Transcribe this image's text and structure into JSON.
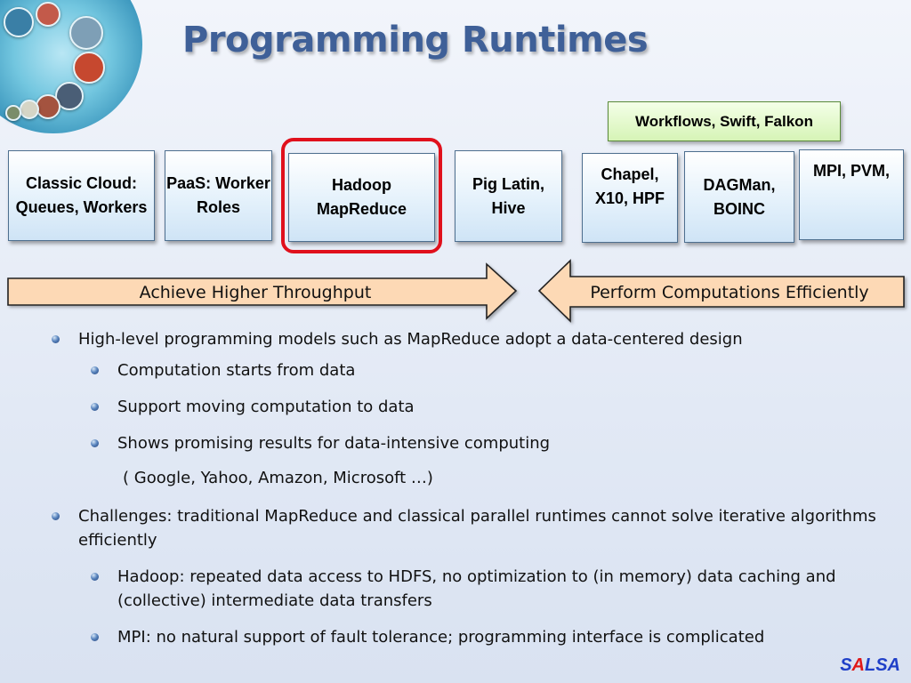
{
  "title": "Programming Runtimes",
  "workflows_label": "Workflows, Swift, Falkon",
  "runtimes": [
    "Classic Cloud: Queues, Workers",
    "PaaS: Worker Roles",
    "Hadoop MapReduce",
    "Pig Latin, Hive",
    "Chapel, X10, HPF",
    "DAGMan, BOINC",
    "MPI, PVM,"
  ],
  "arrows": {
    "left_label": "Achieve Higher Throughput",
    "right_label": "Perform Computations Efficiently"
  },
  "bullets": {
    "b1": "High-level programming models such as MapReduce adopt a data-centered design",
    "b1_1": "Computation starts from data",
    "b1_2": "Support moving computation to data",
    "b1_3": "Shows promising results for data-intensive computing",
    "b1_3_note": "( Google, Yahoo, Amazon, Microsoft …)",
    "b2": "Challenges:  traditional MapReduce and classical parallel runtimes cannot solve iterative algorithms efficiently",
    "b2_1": "Hadoop: repeated data access to HDFS, no optimization to (in memory) data caching and (collective) intermediate data transfers",
    "b2_2": "MPI: no natural support of fault tolerance; programming interface is complicated"
  },
  "logo": {
    "s1": "S",
    "a1": "A",
    "l": "L",
    "s2": "S",
    "a2": "A"
  },
  "colors": {
    "title": "#3f6098",
    "highlight": "#e0101c",
    "arrow_fill": "#fdd9b5",
    "logo_blue": "#1f3fc8",
    "logo_red": "#e01818"
  }
}
